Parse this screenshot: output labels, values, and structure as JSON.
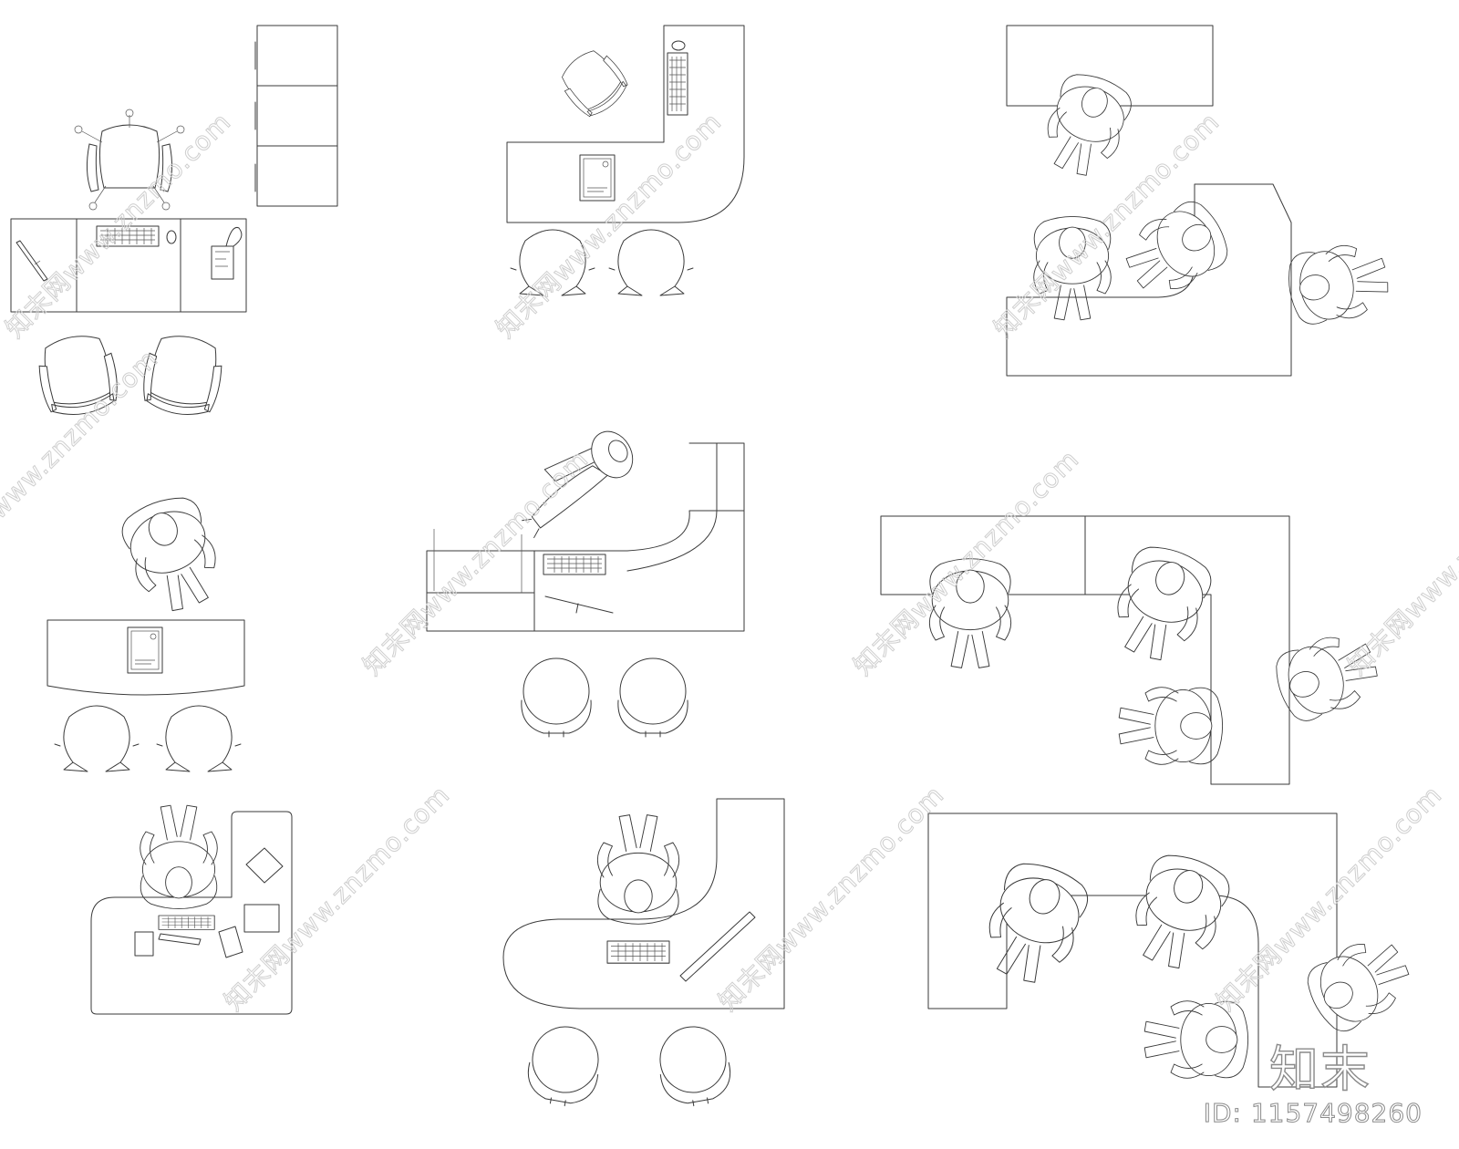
{
  "watermark": {
    "site_text": "知末网www.znzmo.com"
  },
  "brand": {
    "logo_text": "知末",
    "id_text": "ID: 1157498260"
  }
}
